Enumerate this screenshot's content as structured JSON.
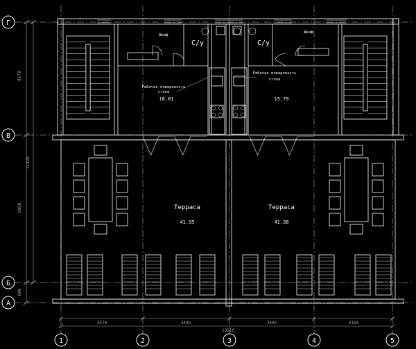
{
  "colors": {
    "bg": "#000000",
    "line": "#ffffff",
    "grid": "#cccccc",
    "dim": "#aaaaaa"
  },
  "row_axes": [
    "Г",
    "В",
    "Б",
    "А"
  ],
  "col_axes": [
    "1",
    "2",
    "3",
    "4",
    "5"
  ],
  "left_dims": [
    "4570",
    "6050",
    "800"
  ],
  "left_total": "11420",
  "bottom_dims": [
    "3370",
    "3495",
    "3495",
    "3150"
  ],
  "bottom_total": "13510",
  "rooms": {
    "wc_left": "С/у",
    "wc_right": "С/у",
    "closet_left": "Шкаф",
    "closet_right": "Шкаф",
    "worktop_left": [
      "Рабочая поверхность",
      "стола"
    ],
    "worktop_right": [
      "Рабочая поверхность",
      "стола"
    ],
    "area_kitchen_left": "16.81",
    "area_kitchen_right": "15.79",
    "terrace_left": "Терраса",
    "terrace_right": "Терраса",
    "area_terrace_left": "41.95",
    "area_terrace_right": "41.38"
  }
}
